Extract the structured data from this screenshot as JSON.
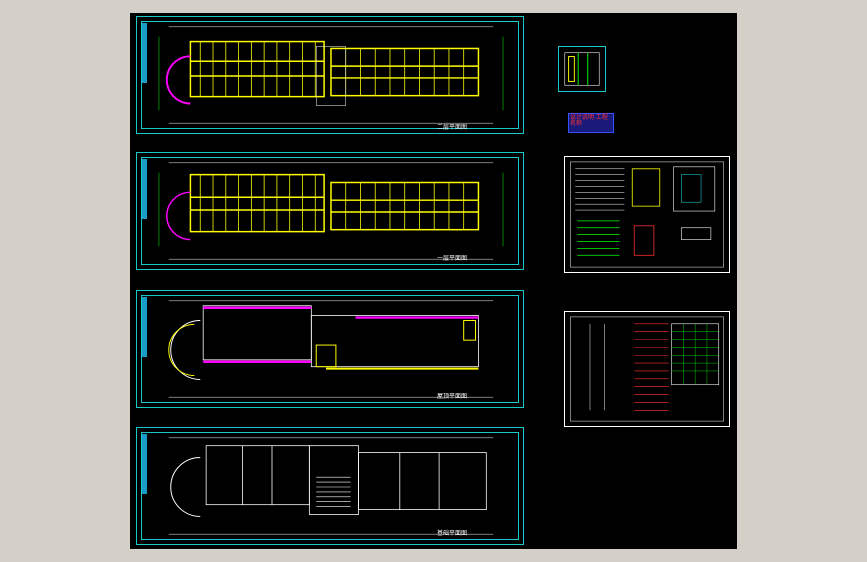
{
  "viewport": {
    "background": "#d4d0c8",
    "canvas_color": "#000000"
  },
  "colors": {
    "frame": "#19c8c8",
    "wall": "#ffff00",
    "grid": "#00ff00",
    "accent": "#ff00ff",
    "text": "#ffffff",
    "stamp": "#ff3030"
  },
  "sheets": [
    {
      "name": "plan-1",
      "title": "二层平面图"
    },
    {
      "name": "plan-2",
      "title": "一层平面图"
    },
    {
      "name": "plan-3",
      "title": "屋顶平面图"
    },
    {
      "name": "plan-4",
      "title": "基础平面图"
    }
  ],
  "detail_sheets": [
    {
      "name": "stair-detail"
    },
    {
      "name": "notes-sheet"
    },
    {
      "name": "schedule-sheet"
    }
  ],
  "stamp_text": "设计说明 工程名称"
}
